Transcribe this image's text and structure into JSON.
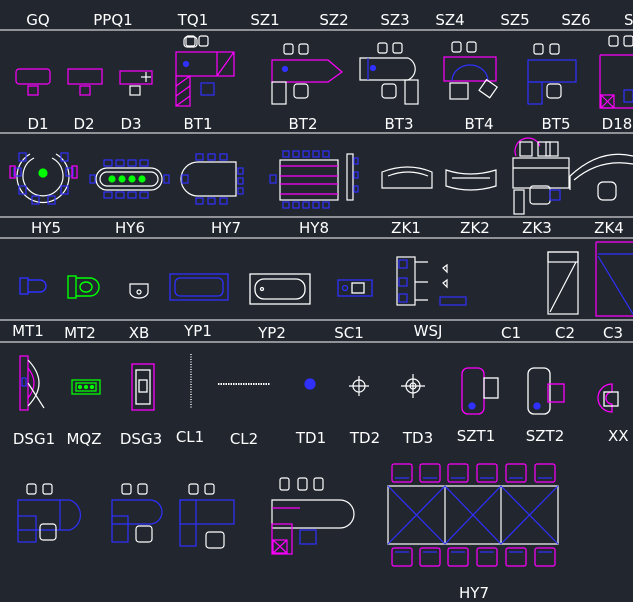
{
  "colors": {
    "background": "#21262f",
    "line": "#ffffff",
    "magenta": "#ff00ff",
    "blue": "#3030ff",
    "green": "#00ff00"
  },
  "labels": {
    "row1": [
      "GQ",
      "PPQ1",
      "TQ1",
      "SZ1",
      "SZ2",
      "SZ3",
      "SZ4",
      "SZ5",
      "SZ6",
      "S"
    ],
    "row2": [
      "D1",
      "D2",
      "D3",
      "BT1",
      "BT2",
      "BT3",
      "BT4",
      "BT5",
      "D18"
    ],
    "row3": [
      "HY5",
      "HY6",
      "HY7",
      "HY8",
      "ZK1",
      "ZK2",
      "ZK3",
      "ZK4"
    ],
    "row4": [
      "MT1",
      "MT2",
      "XB",
      "YP1",
      "YP2",
      "SC1",
      "WSJ",
      "C1",
      "C2",
      "C3"
    ],
    "row5": [
      "DSG1",
      "MQZ",
      "DSG3",
      "CL1",
      "CL2",
      "TD1",
      "TD2",
      "TD3",
      "SZT1",
      "SZT2",
      "XX"
    ],
    "bottom": [
      "HY7"
    ]
  }
}
